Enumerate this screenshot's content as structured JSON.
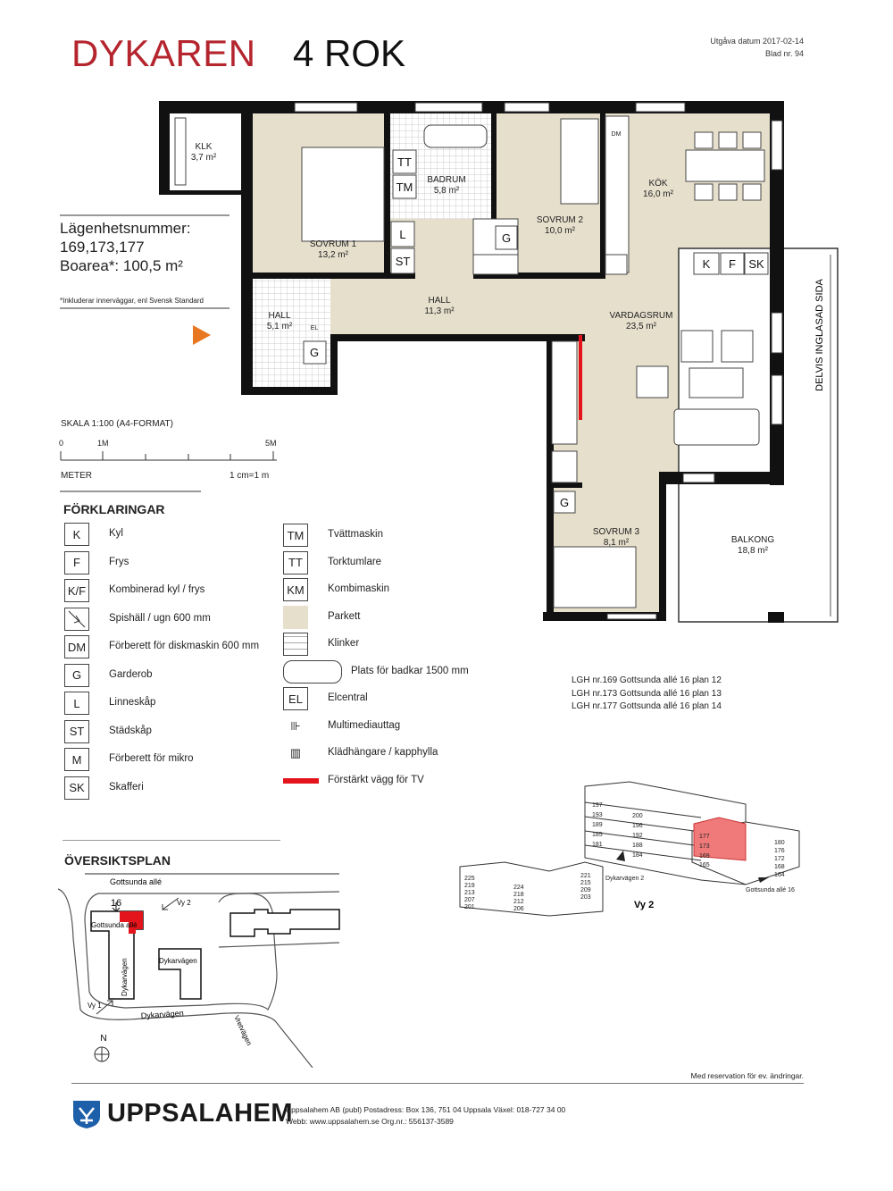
{
  "header": {
    "title": "DYKAREN",
    "type": "4 ROK",
    "issue_date": "Utgåva datum 2017-02-14",
    "sheet": "Blad nr. 94"
  },
  "info": {
    "apt_label": "Lägenhetsnummer:",
    "apt_numbers": "169,173,177",
    "area": "Boarea*: 100,5 m²",
    "footnote": "*Inkluderar innerväggar, enl Svensk Standard"
  },
  "rooms": [
    {
      "name": "KLK",
      "area": "3,7 m²"
    },
    {
      "name": "SOVRUM 1",
      "area": "13,2 m²"
    },
    {
      "name": "BADRUM",
      "area": "5,8 m²"
    },
    {
      "name": "SOVRUM 2",
      "area": "10,0 m²"
    },
    {
      "name": "KÖK",
      "area": "16,0 m²"
    },
    {
      "name": "HALL",
      "area": "5,1 m²"
    },
    {
      "name": "HALL",
      "area": "11,3 m²"
    },
    {
      "name": "VARDAGSRUM",
      "area": "23,5 m²"
    },
    {
      "name": "SOVRUM 3",
      "area": "8,1 m²"
    },
    {
      "name": "BALKONG",
      "area": "18,8 m²"
    }
  ],
  "fixtures": {
    "tt": "TT",
    "tm": "TM",
    "l": "L",
    "st": "ST",
    "g": "G",
    "k": "K",
    "f": "F",
    "sk": "SK",
    "dm": "DM",
    "el": "EL"
  },
  "balcony_note": "DELVIS INGLASAD SIDA",
  "scale": {
    "title": "SKALA 1:100 (A4-FORMAT)",
    "zero": "0",
    "one": "1M",
    "five": "5M",
    "unit": "METER",
    "ratio": "1 cm=1 m"
  },
  "legend": {
    "title": "FÖRKLARINGAR",
    "left": [
      {
        "code": "K",
        "label": "Kyl"
      },
      {
        "code": "F",
        "label": "Frys"
      },
      {
        "code": "K/F",
        "label": "Kombinerad kyl / frys"
      },
      {
        "code": "",
        "label": "Spishäll / ugn 600 mm"
      },
      {
        "code": "DM",
        "label": "Förberett för diskmaskin 600 mm"
      },
      {
        "code": "G",
        "label": "Garderob"
      },
      {
        "code": "L",
        "label": "Linneskåp"
      },
      {
        "code": "ST",
        "label": "Städskåp"
      },
      {
        "code": "M",
        "label": "Förberett för mikro"
      },
      {
        "code": "SK",
        "label": "Skafferi"
      }
    ],
    "right": [
      {
        "code": "TM",
        "label": "Tvättmaskin"
      },
      {
        "code": "TT",
        "label": "Torktumlare"
      },
      {
        "code": "KM",
        "label": "Kombimaskin"
      },
      {
        "code": "",
        "label": "Parkett"
      },
      {
        "code": "",
        "label": "Klinker"
      },
      {
        "code": "",
        "label": "Plats för badkar 1500 mm"
      },
      {
        "code": "EL",
        "label": "Elcentral"
      },
      {
        "code": "",
        "label": "Multimediauttag"
      },
      {
        "code": "",
        "label": "Klädhängare / kapphylla"
      },
      {
        "code": "",
        "label": "Förstärkt vägg för TV"
      }
    ]
  },
  "lgh": [
    "LGH nr.169 Gottsunda allé 16   plan 12",
    "LGH nr.173 Gottsunda allé 16   plan 13",
    "LGH nr.177 Gottsunda allé 16   plan 14"
  ],
  "overview": {
    "title": "ÖVERSIKTSPLAN",
    "street_top": "Gottsunda allé",
    "number": "16",
    "vy2": "Vy 2",
    "vy1": "Vy 1",
    "building_a": "Gottsunda allé",
    "building_b": "Dykarvägen",
    "building_c": "Dykarvägen",
    "street_bottom": "Dykarvägen",
    "street_right": "Vretvägen",
    "north": "N"
  },
  "view3d": {
    "label": "Vy 2",
    "entrance_a": "Dykarvägen 2",
    "entrance_b": "Gottsunda allé 16",
    "stack_a": [
      "197",
      "193",
      "189",
      "185",
      "181"
    ],
    "stack_b": [
      "200",
      "196",
      "192",
      "188",
      "184"
    ],
    "stack_red": [
      "177",
      "173",
      "169"
    ],
    "stack_red_base": "165",
    "stack_c": [
      "180",
      "176",
      "172",
      "168",
      "164"
    ],
    "stack_d": [
      "225",
      "219",
      "213",
      "207",
      "201"
    ],
    "stack_e": [
      "224",
      "218",
      "212",
      "206"
    ],
    "stack_f": [
      "221",
      "215",
      "209",
      "203"
    ]
  },
  "colors": {
    "brand_red": "#b5252e",
    "parquet": "#e6dfcc",
    "highlight": "#f07a7a",
    "entrance": "#e87722",
    "brand_blue": "#1d5fa8"
  },
  "footer": {
    "reservation": "Med reservation för ev. ändringar.",
    "brand": "UPPSALAHEM",
    "line1": "Uppsalahem AB (publ)   Postadress: Box 136, 751 04 Uppsala   Växel: 018-727 34 00",
    "line2": "Webb: www.uppsalahem.se   Org.nr.: 556137-3589"
  }
}
